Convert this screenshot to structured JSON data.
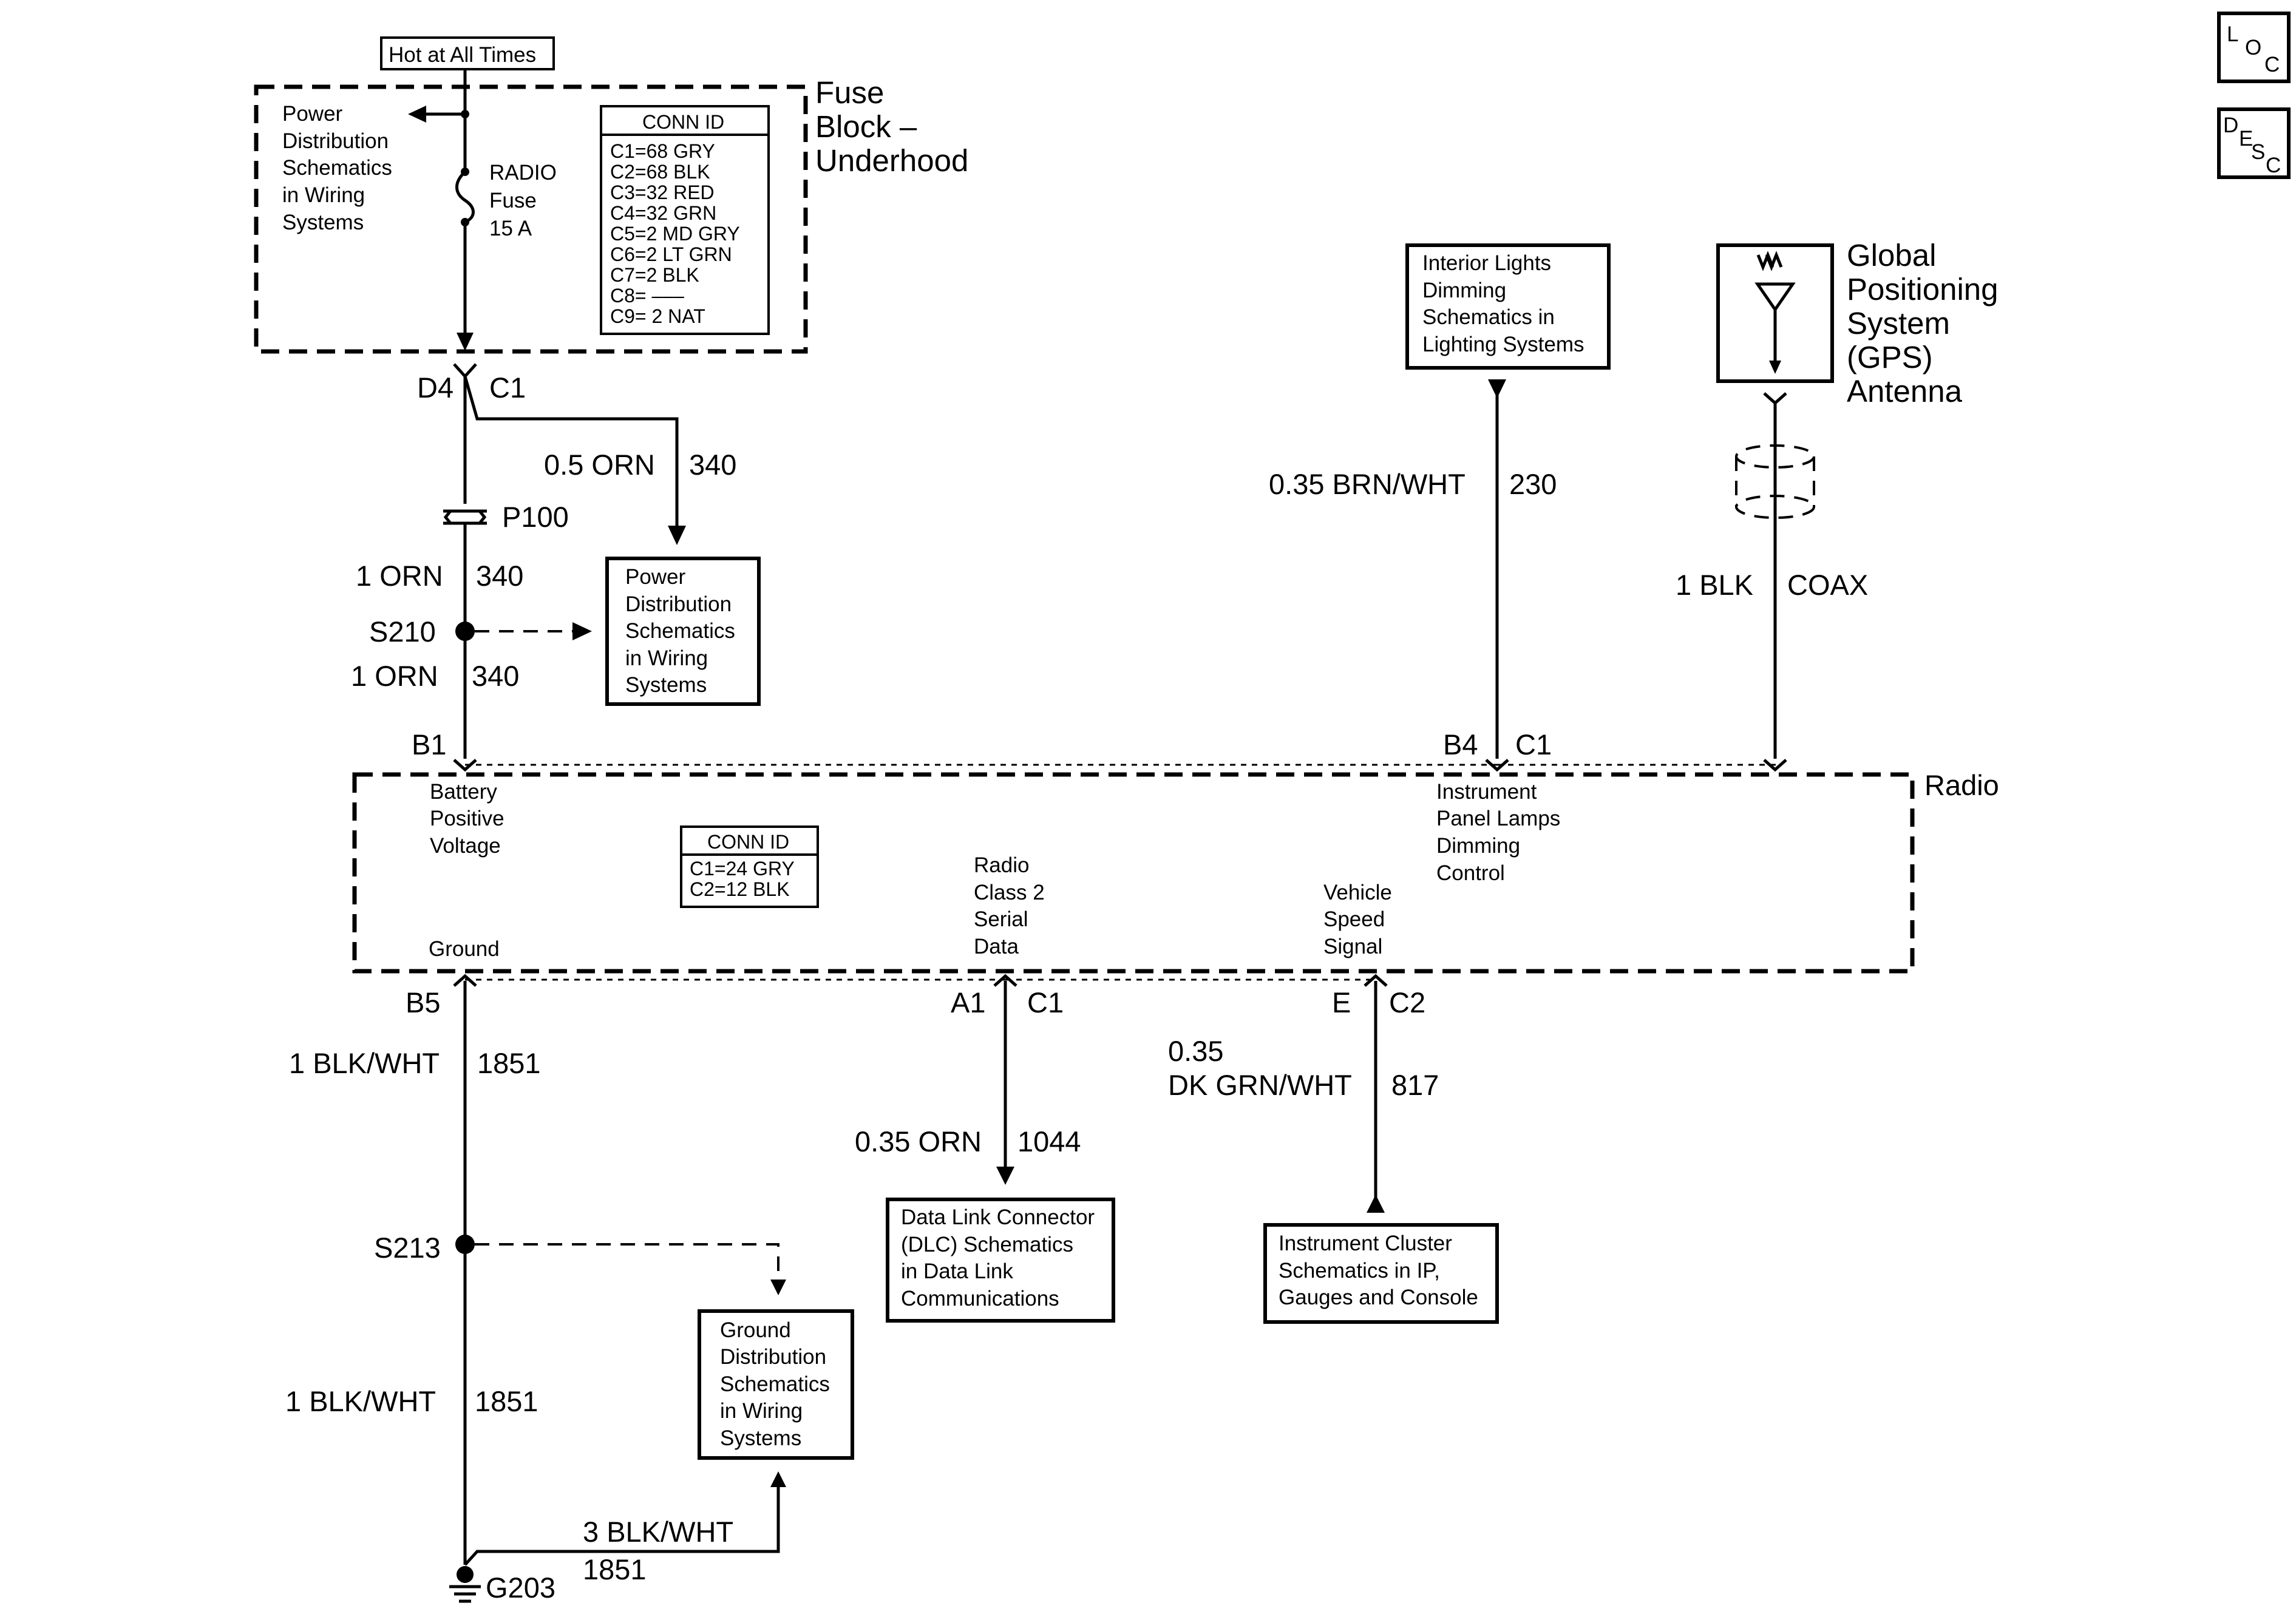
{
  "hot_label": "Hot at All Times",
  "fuse_block": {
    "title_lines": [
      "Fuse",
      "Block –",
      "Underhood"
    ],
    "power_dist_lines": [
      "Power",
      "Distribution",
      "Schematics",
      "in Wiring",
      "Systems"
    ],
    "fuse_lines": [
      "RADIO",
      "Fuse",
      "15 A"
    ],
    "conn_id": {
      "header": "CONN ID",
      "rows": [
        "C1=68 GRY",
        "C2=68 BLK",
        "C3=32 RED",
        "C4=32 GRN",
        "C5=2 MD GRY",
        "C6=2 LT GRN",
        "C7=2 BLK",
        "C8= –––",
        "C9= 2 NAT"
      ]
    }
  },
  "top_left_wiring": {
    "d4": "D4",
    "c1": "C1",
    "wire_a_gauge": "0.5 ORN",
    "wire_a_circuit": "340",
    "p100": "P100",
    "wire_b_gauge": "1 ORN",
    "wire_b_circuit": "340",
    "s210": "S210",
    "wire_c_gauge": "1 ORN",
    "wire_c_circuit": "340",
    "b1": "B1",
    "power_dist_box_lines": [
      "Power",
      "Distribution",
      "Schematics",
      "in Wiring",
      "Systems"
    ]
  },
  "interior_lights": {
    "box_lines": [
      "Interior Lights",
      "Dimming",
      "Schematics in",
      "Lighting Systems"
    ],
    "wire_gauge": "0.35 BRN/WHT",
    "wire_circuit": "230",
    "b4": "B4",
    "c1": "C1"
  },
  "gps": {
    "label_lines": [
      "Global",
      "Positioning",
      "System",
      "(GPS)",
      "Antenna"
    ],
    "wire_gauge": "1 BLK",
    "wire_circuit": "COAX"
  },
  "radio": {
    "title": "Radio",
    "battery_lines": [
      "Battery",
      "Positive",
      "Voltage"
    ],
    "ground": "Ground",
    "ipl_lines": [
      "Instrument",
      "Panel Lamps",
      "Dimming",
      "Control"
    ],
    "class2_lines": [
      "Radio",
      "Class 2",
      "Serial",
      "Data"
    ],
    "vss_lines": [
      "Vehicle",
      "Speed",
      "Signal"
    ],
    "conn_id": {
      "header": "CONN ID",
      "rows": [
        "C1=24 GRY",
        "C2=12 BLK"
      ]
    }
  },
  "bottom_wiring": {
    "b5": "B5",
    "gnd_wire_gauge": "1 BLK/WHT",
    "gnd_wire_circuit": "1851",
    "s213": "S213",
    "gnd_wire2_gauge": "1 BLK/WHT",
    "gnd_wire2_circuit": "1851",
    "gnd_wire3_gauge": "3 BLK/WHT",
    "gnd_wire3_circuit": "1851",
    "g203": "G203",
    "ground_dist_lines": [
      "Ground",
      "Distribution",
      "Schematics",
      "in Wiring",
      "Systems"
    ],
    "a1": "A1",
    "a1_c1": "C1",
    "dlc_wire_gauge": "0.35 ORN",
    "dlc_wire_circuit": "1044",
    "dlc_lines": [
      "Data Link Connector",
      "(DLC) Schematics",
      "in Data Link",
      "Communications"
    ],
    "e": "E",
    "e_c2": "C2",
    "vss_wire_gauge_1": "0.35",
    "vss_wire_gauge_2": "DK GRN/WHT",
    "vss_wire_circuit": "817",
    "cluster_lines": [
      "Instrument Cluster",
      "Schematics in IP,",
      "Gauges and Console"
    ]
  },
  "nav_buttons": {
    "loc": {
      "l": "L",
      "o": "O",
      "c": "C"
    },
    "desc": {
      "d": "D",
      "e": "E",
      "s": "S",
      "c": "C"
    }
  }
}
